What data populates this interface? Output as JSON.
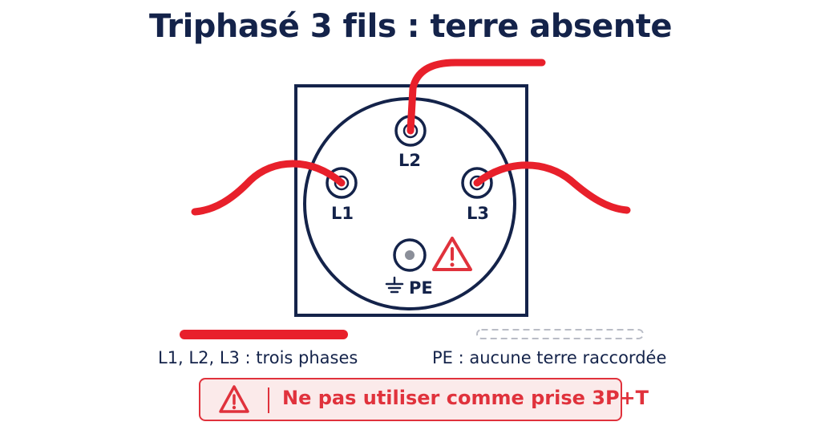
{
  "title": "Triphasé 3 fils : terre absente",
  "terminals": {
    "l1": "L1",
    "l2": "L2",
    "l3": "L3",
    "pe": "PE"
  },
  "legend": {
    "phases": "L1, L2, L3 : trois phases",
    "pe": "PE : aucune terre raccordée"
  },
  "warning": {
    "text": "Ne pas utiliser comme prise 3P+T"
  },
  "colors": {
    "navy": "#14234a",
    "wire_red": "#e8202b",
    "warning_red": "#e0323c",
    "warning_bg": "#fbeaea",
    "dashed_gray": "#b9bcc6"
  }
}
